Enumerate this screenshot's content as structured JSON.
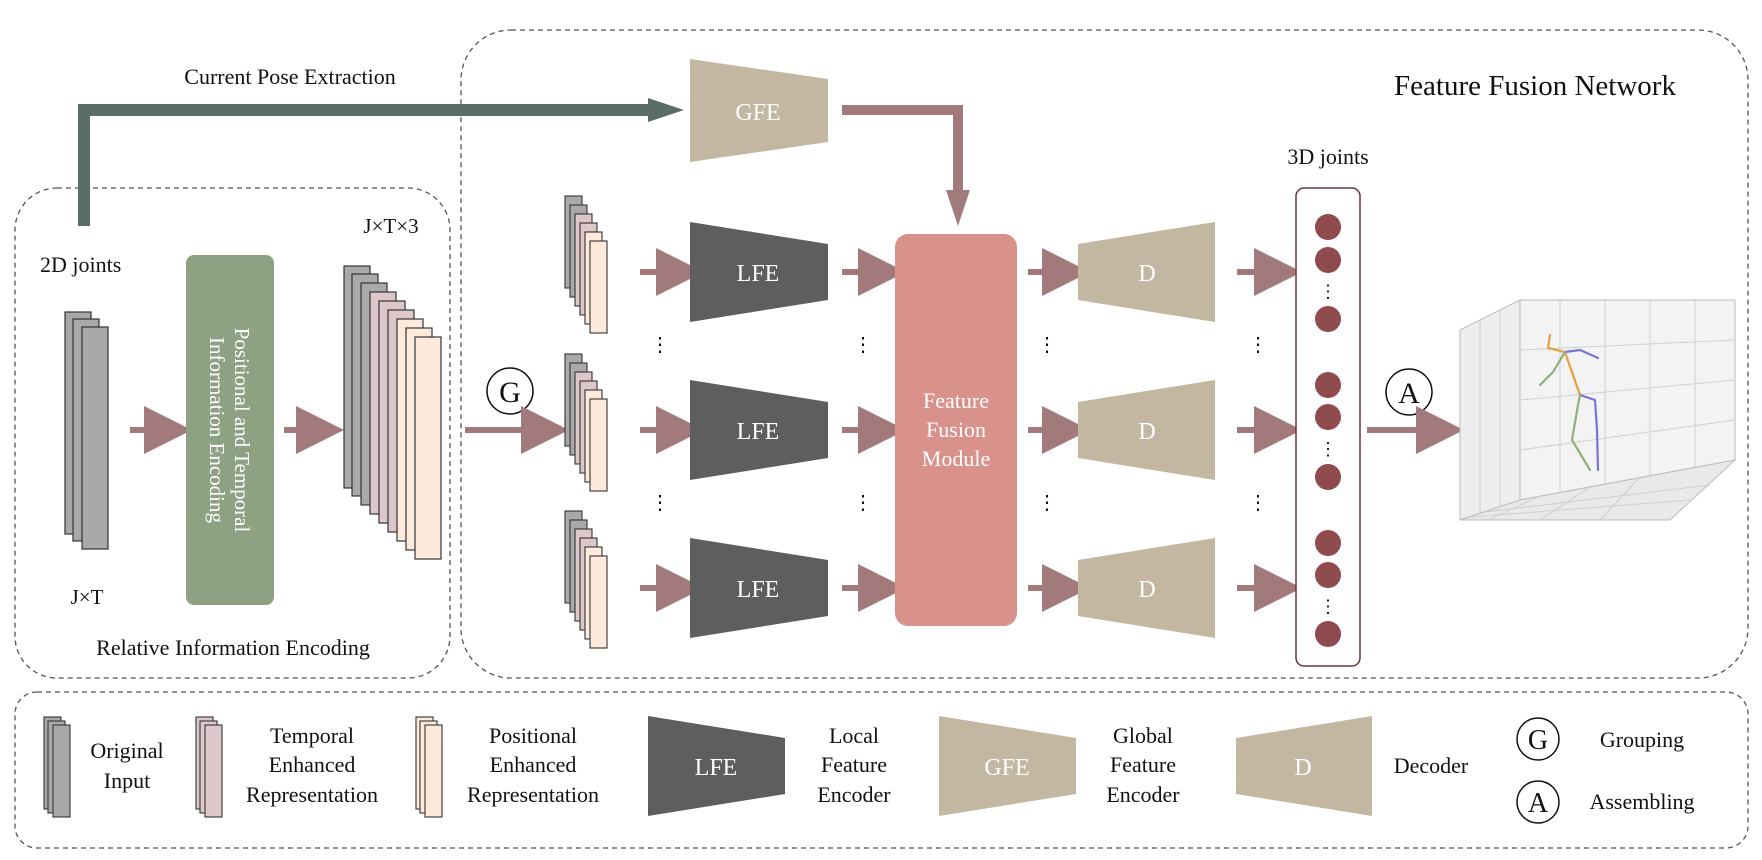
{
  "modules": {
    "relative_info": {
      "title": "Relative Information Encoding",
      "input_label": "2D joints",
      "input_dims": "J×T",
      "encoding_line1": "Positional and Temporal",
      "encoding_line2": "Information Encoding",
      "output_dims": "J×T×3"
    },
    "current_pose": "Current Pose Extraction",
    "fusion_network": {
      "title": "Feature Fusion Network",
      "gfe": "GFE",
      "lfe": "LFE",
      "fusion_line1": "Feature",
      "fusion_line2": "Fusion",
      "fusion_line3": "Module",
      "decoder": "D",
      "output_label": "3D joints",
      "grouping_symbol": "G",
      "assembling_symbol": "A",
      "ellipsis": "⋮"
    }
  },
  "legend": {
    "original_input": [
      "Original",
      "Input"
    ],
    "temporal": [
      "Temporal",
      "Enhanced",
      "Representation"
    ],
    "positional": [
      "Positional",
      "Enhanced",
      "Representation"
    ],
    "lfe_block": "LFE",
    "lfe_desc": [
      "Local",
      "Feature",
      "Encoder"
    ],
    "gfe_block": "GFE",
    "gfe_desc": [
      "Global",
      "Feature",
      "Encoder"
    ],
    "d_block": "D",
    "d_desc": "Decoder",
    "grouping_symbol": "G",
    "grouping_label": "Grouping",
    "assembling_symbol": "A",
    "assembling_label": "Assembling"
  },
  "colors": {
    "gray_layer": "#a9a9ab",
    "pink_layer": "#ddc7cb",
    "cream_layer": "#fdeada",
    "encoding_green": "#8fa183",
    "lfe_dark": "#5e5e5e",
    "tan": "#c4b7a2",
    "fusion_pink": "#d9918b",
    "arrow_mauve": "#a37a7c",
    "current_pose_arrow": "#5b6d69",
    "joint_dot": "#8e4a4d"
  }
}
